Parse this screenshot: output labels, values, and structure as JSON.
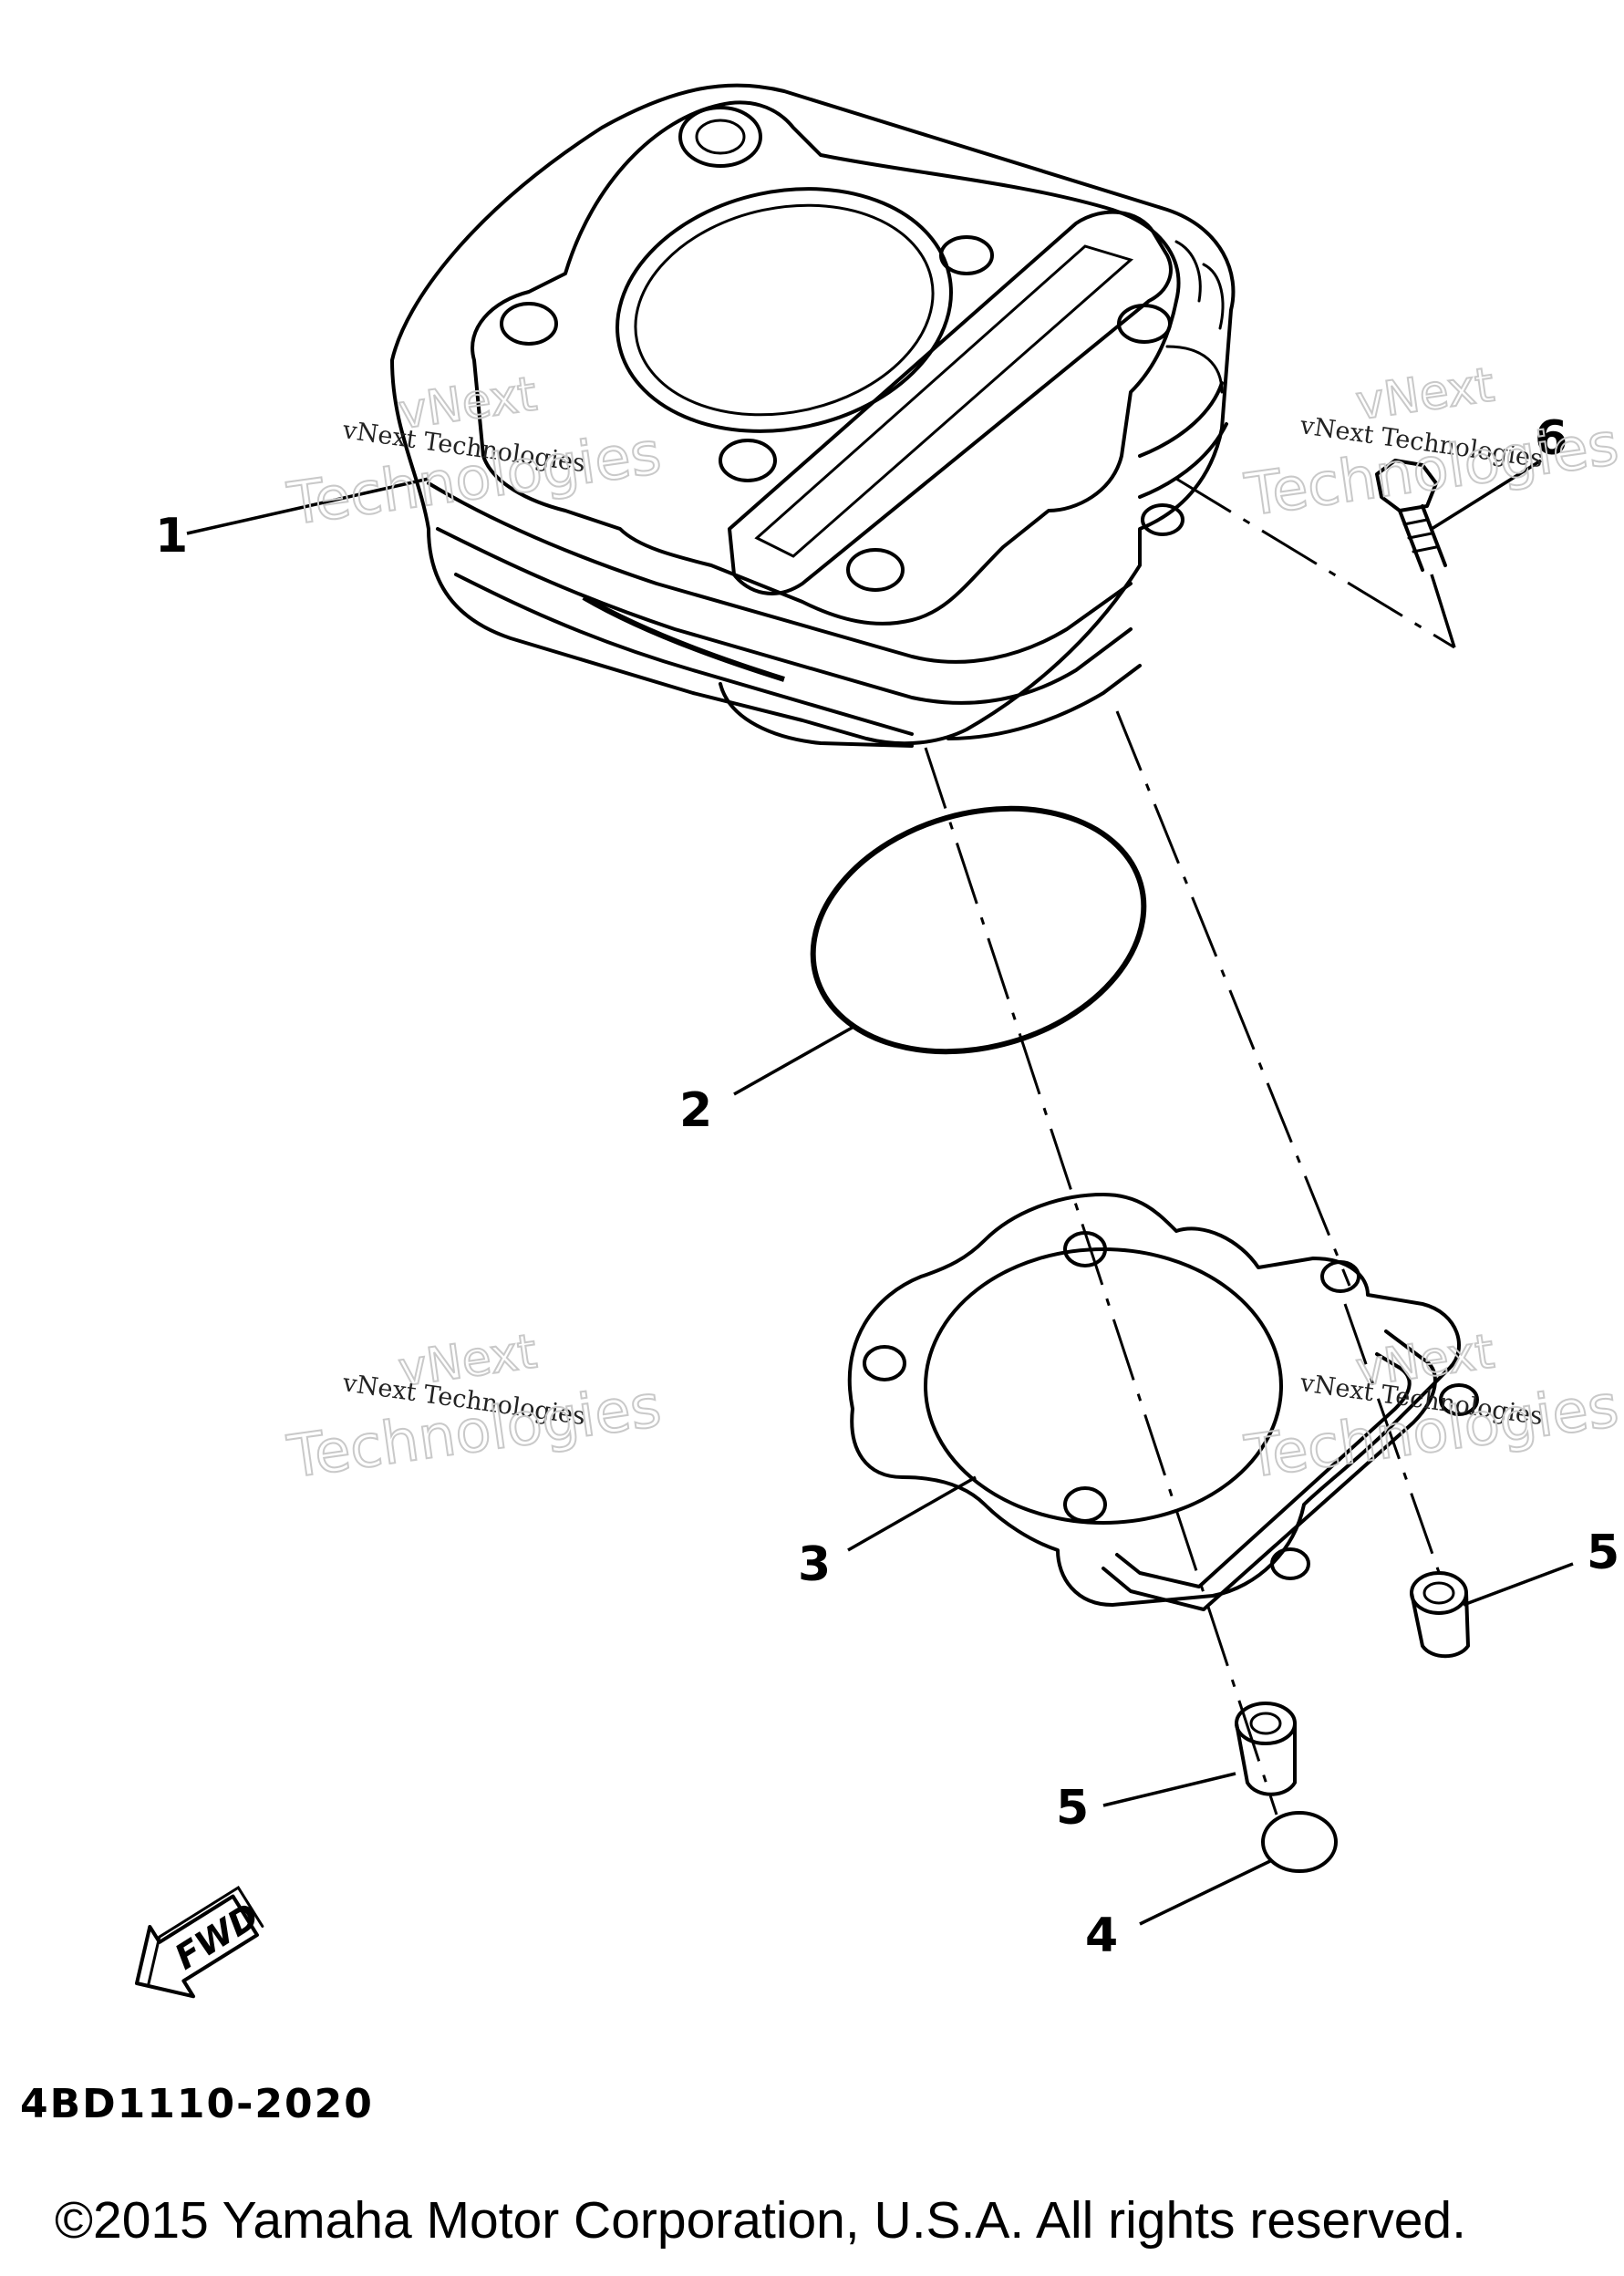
{
  "callouts": {
    "c1": "1",
    "c2": "2",
    "c3": "3",
    "c4": "4",
    "c5a": "5",
    "c5b": "5",
    "c6": "6"
  },
  "fwd_label": "FWD",
  "part_number": "4BD1110-2020",
  "copyright": "©2015 Yamaha Motor Corporation, U.S.A. All rights reserved.",
  "watermark": {
    "line_small": "vNext Technologies",
    "line_top": "vNext",
    "line_big": "Technologies"
  }
}
